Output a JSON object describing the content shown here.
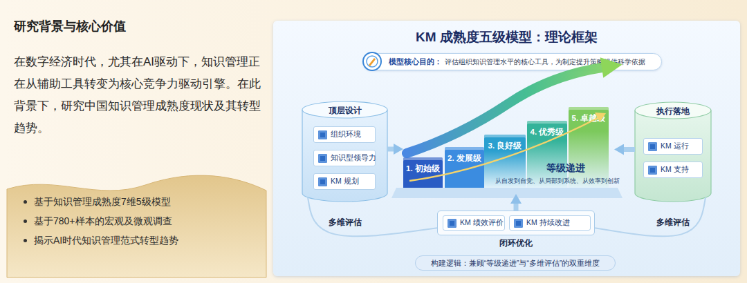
{
  "diagram": {
    "title": "研究背景与核心价值",
    "nodes": [
      {
        "text": [
          "基于知识管理成熟度7维5级模型",
          "基于780+样本的宏观及微观调查",
          "揭示AI时代知识管理范式转型趋势"
        ]
      },
      {
        "text": [
          "KM 成熟度五级模型：理论框架"
        ]
      },
      {
        "text": [
          "模型核心目的：",
          "评估组织知识管理水平的核心工具，为制定提升策略提供科学依据"
        ],
        "in": 1
      },
      {
        "text": [
          "顶层设计",
          "多维评估"
        ],
        "in": 1
      },
      {
        "text": [
          "组织环境"
        ],
        "in": 3
      },
      {
        "text": [
          "知识型领导力"
        ],
        "in": 3
      },
      {
        "text": [
          "KM 规划"
        ],
        "in": 3
      },
      {
        "text": [
          "等级递进",
          "从自发到自觉、从局部到系统、从效率到创新"
        ],
        "in": 1
      },
      {
        "text": [
          "1. 初始级"
        ],
        "in": 7
      },
      {
        "text": [
          "2. 发展级"
        ],
        "in": 7
      },
      {
        "text": [
          "3. 良好级"
        ],
        "in": 7
      },
      {
        "text": [
          "4. 优秀级"
        ],
        "in": 7
      },
      {
        "text": [
          "5. 卓越级"
        ],
        "in": 7
      },
      {
        "text": [
          "执行落地",
          "多维评估"
        ],
        "in": 1
      },
      {
        "text": [
          "KM 运行"
        ],
        "in": 13
      },
      {
        "text": [
          "KM 支持"
        ],
        "in": 13
      },
      {
        "text": [
          "闭环优化"
        ],
        "in": 1
      },
      {
        "text": [
          "KM 绩效评价"
        ],
        "in": 16
      },
      {
        "text": [
          "KM 持续改进"
        ],
        "in": 16
      },
      {
        "text": [
          "构建逻辑：兼顾“等级递进”与“多维评估”的双重维度"
        ],
        "in": 1
      }
    ],
    "edges": [
      {
        "from": 3,
        "to": 7,
        "arrow": "to"
      },
      {
        "from": 13,
        "to": 7,
        "arrow": "to"
      },
      {
        "from": 16,
        "to": 7,
        "arrow": "to"
      },
      {
        "from": 3,
        "to": 16,
        "arrow": "none"
      },
      {
        "from": 13,
        "to": 16,
        "arrow": "none"
      }
    ],
    "labels": [
      "在数字经济时代，尤其在AI驱动下，知识管理正在从辅助工具转变为核心竞争力驱动引擎。在此背景下，研究中国知识管理成熟度现状及其转型趋势。"
    ]
  }
}
